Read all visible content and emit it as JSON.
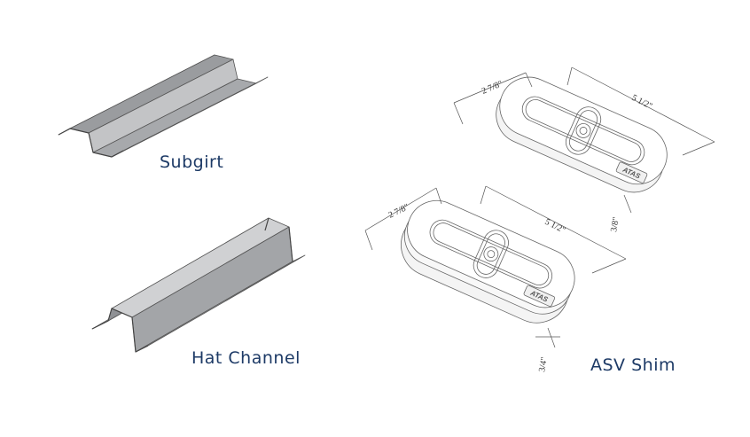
{
  "captions": {
    "subgirt": "Subgirt",
    "hat_channel": "Hat Channel",
    "asv_shim": "ASV Shim"
  },
  "shim_top": {
    "width_label": "2 7/8\"",
    "length_label": "5 1/2\"",
    "thickness_label": "3/8\"",
    "logo_text": "ATAS"
  },
  "shim_bottom": {
    "width_label": "2 7/8\"",
    "length_label": "5 1/2\"",
    "thickness_label": "3/4\"",
    "logo_text": "ATAS"
  },
  "colors": {
    "caption": "#1d3a66",
    "metal_light": "#c9cacc",
    "metal_mid": "#aeb0b3",
    "metal_dark": "#8e9094",
    "outline": "#555555"
  }
}
